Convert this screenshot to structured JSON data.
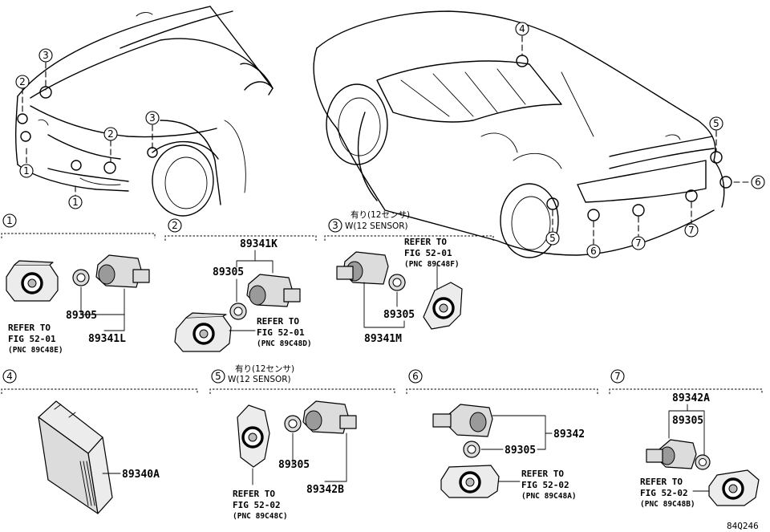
{
  "diagram_code": "84Q246",
  "callouts": [
    "1",
    "2",
    "3",
    "4",
    "5",
    "6",
    "7"
  ],
  "note_jp": "有り(12センサ)",
  "note_en": "W(12 SENSOR)",
  "sections": {
    "s1": {
      "num": "1",
      "parts": {
        "sensor": "89341L",
        "retainer": "89305"
      },
      "ref": {
        "line1": "REFER TO",
        "line2": "FIG 52-01",
        "pnc": "(PNC 89C48E)"
      }
    },
    "s2": {
      "num": "2",
      "parts": {
        "sensor": "89341K",
        "retainer": "89305"
      },
      "ref": {
        "line1": "REFER TO",
        "line2": "FIG 52-01",
        "pnc": "(PNC 89C48D)"
      }
    },
    "s3": {
      "num": "3",
      "parts": {
        "sensor": "89341M",
        "retainer": "89305"
      },
      "ref": {
        "line1": "REFER TO",
        "line2": "FIG 52-01",
        "pnc": "(PNC 89C48F)"
      }
    },
    "s4": {
      "num": "4",
      "parts": {
        "ecu": "89340A"
      }
    },
    "s5": {
      "num": "5",
      "parts": {
        "sensor": "89342B",
        "retainer": "89305"
      },
      "ref": {
        "line1": "REFER TO",
        "line2": "FIG 52-02",
        "pnc": "(PNC 89C48C)"
      }
    },
    "s6": {
      "num": "6",
      "parts": {
        "sensor": "89342",
        "retainer": "89305"
      },
      "ref": {
        "line1": "REFER TO",
        "line2": "FIG 52-02",
        "pnc": "(PNC 89C48A)"
      }
    },
    "s7": {
      "num": "7",
      "parts": {
        "sensor": "89342A",
        "retainer": "89305"
      },
      "ref": {
        "line1": "REFER TO",
        "line2": "FIG 52-02",
        "pnc": "(PNC 89C48B)"
      }
    }
  }
}
